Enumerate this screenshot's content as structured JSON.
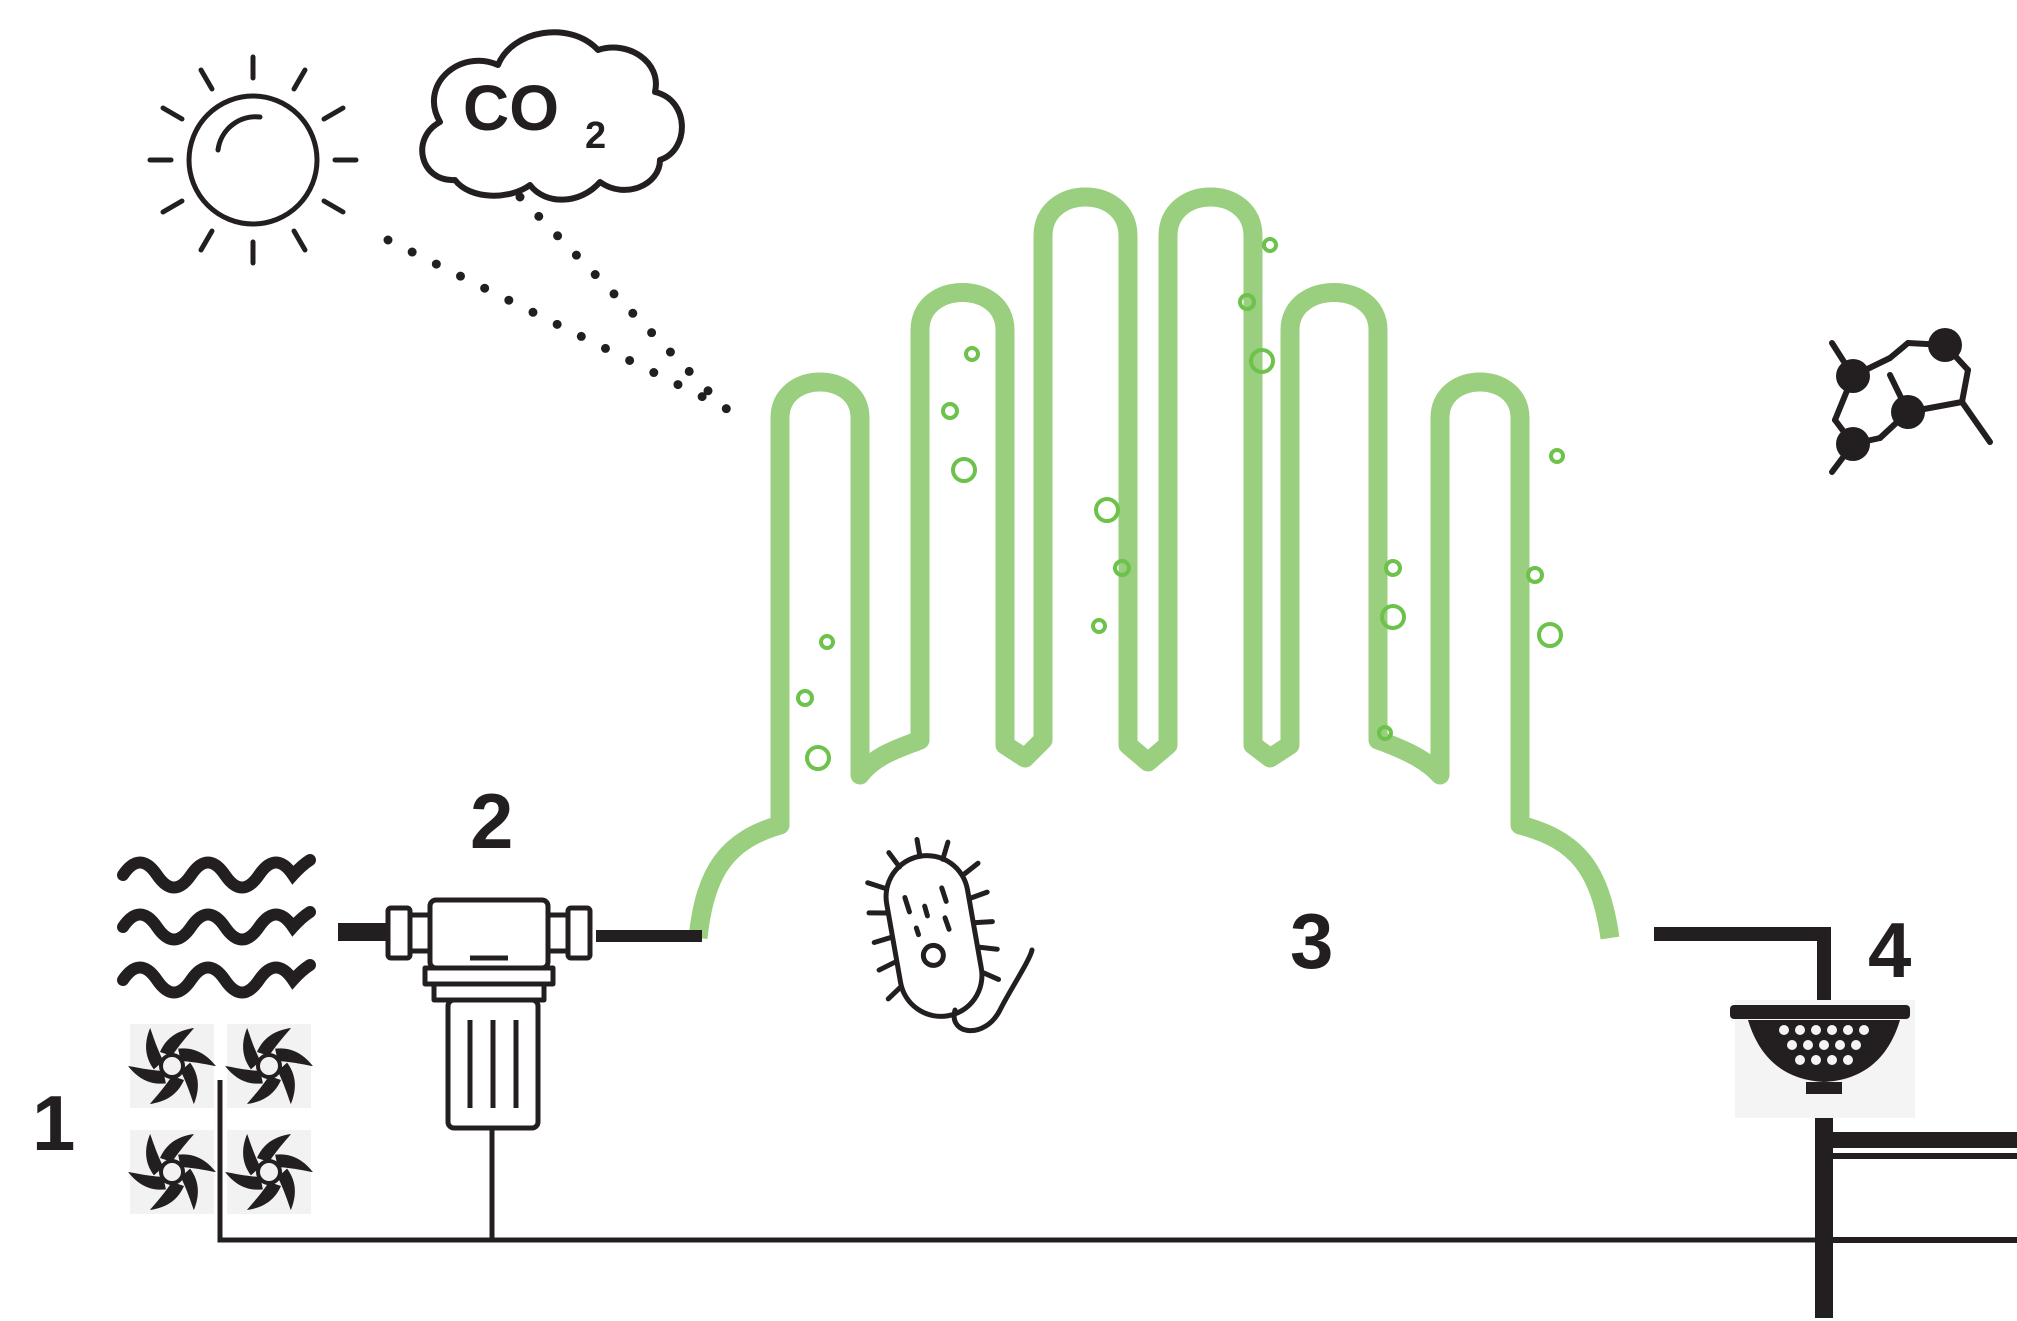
{
  "diagram": {
    "steps": [
      {
        "id": "1",
        "label": "1"
      },
      {
        "id": "2",
        "label": "2"
      },
      {
        "id": "3",
        "label": "3"
      },
      {
        "id": "4",
        "label": "4"
      }
    ],
    "co2_text": "CO",
    "co2_subscript": "2"
  },
  "colors": {
    "green": "#99cf7e",
    "bubble": "#6cc24a",
    "ink": "#231f20"
  },
  "icons": [
    "sun-icon",
    "co2-cloud-icon",
    "wave-icon",
    "fan-icon",
    "pump-icon",
    "bacteria-icon",
    "molecule-icon",
    "strainer-icon"
  ]
}
